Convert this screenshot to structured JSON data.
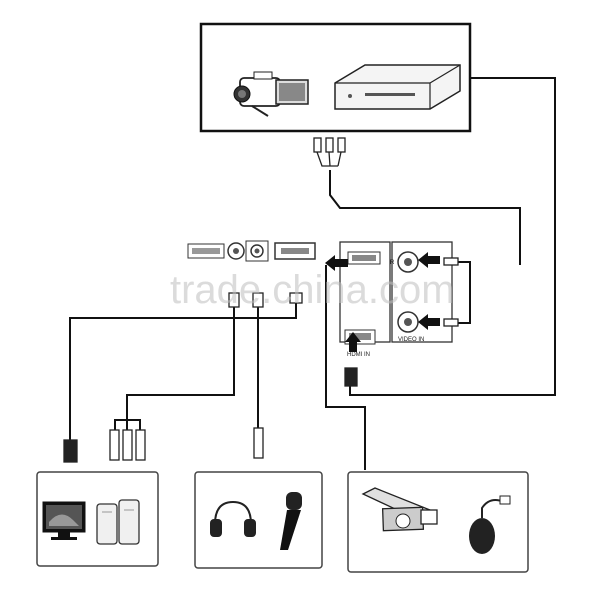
{
  "watermark": "trade.china.com",
  "port_labels": {
    "r_audio": "R",
    "video_in": "VIDEO IN",
    "hdmi_in": "HDMI IN"
  },
  "devices": {
    "source": [
      "video-camera-icon",
      "dvd-player-icon"
    ],
    "display": [
      "monitor-icon",
      "speakers-icon"
    ],
    "audio": [
      "headphones-icon",
      "microphone-icon"
    ],
    "usb": [
      "usb-flash-drive-icon",
      "mouse-icon"
    ]
  }
}
